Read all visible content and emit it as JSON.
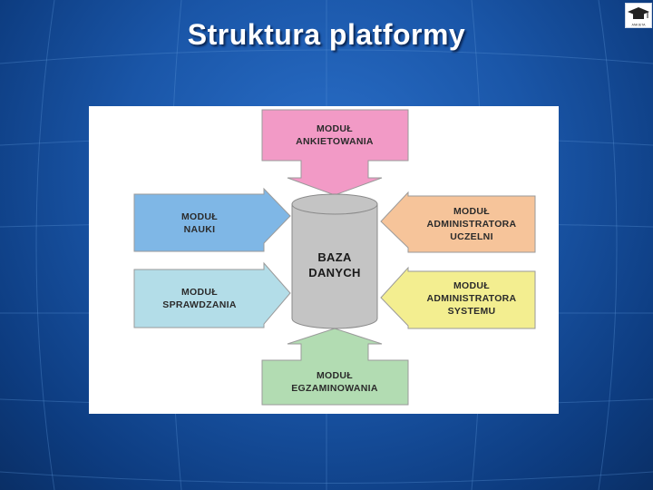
{
  "slide": {
    "title": "Struktura platformy"
  },
  "logo": {
    "icon": "graduation-cap-icon",
    "caption": "ANKIETA"
  },
  "diagram": {
    "center": {
      "line1": "BAZA",
      "line2": "DANYCH"
    },
    "modules": {
      "top": {
        "line1": "MODUŁ",
        "line2": "ANKIETOWANIA",
        "color": "#f29ac6"
      },
      "left_upper": {
        "line1": "MODUŁ",
        "line2": "NAUKI",
        "color": "#7fb7e6"
      },
      "left_lower": {
        "line1": "MODUŁ",
        "line2": "SPRAWDZANIA",
        "color": "#b3dde8"
      },
      "right_upper": {
        "line1": "MODUŁ",
        "line2": "ADMINISTRATORA",
        "line3": "UCZELNI",
        "color": "#f6c49a"
      },
      "right_lower": {
        "line1": "MODUŁ",
        "line2": "ADMINISTRATORA",
        "line3": "SYSTEMU",
        "color": "#f3ee90"
      },
      "bottom": {
        "line1": "MODUŁ",
        "line2": "EGZAMINOWANIA",
        "color": "#b2dcb2"
      }
    },
    "database_color": "#c4c4c4"
  }
}
